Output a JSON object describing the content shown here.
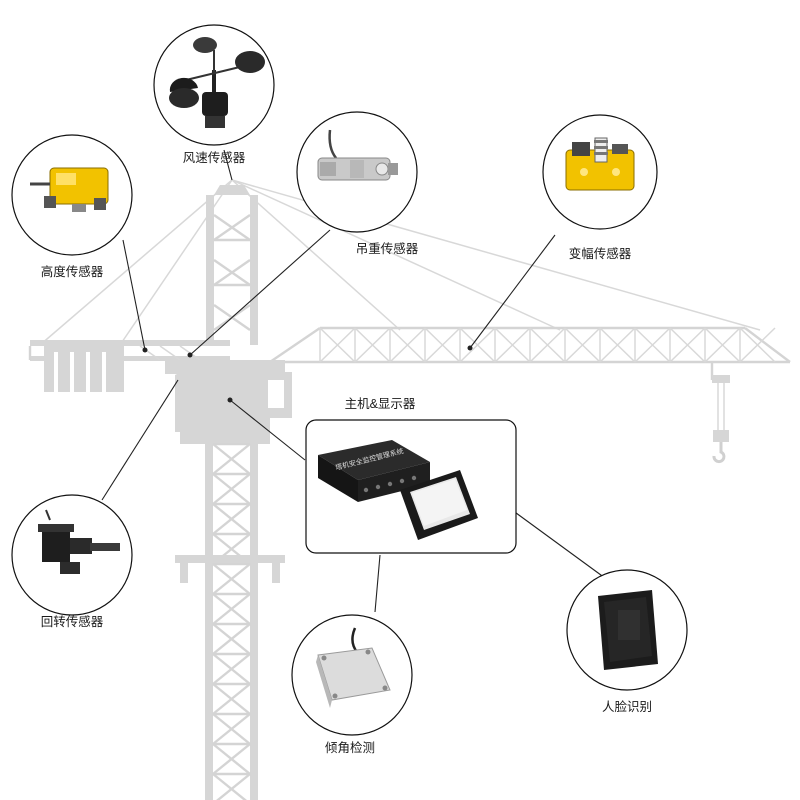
{
  "labels": {
    "wind": "风速传感器",
    "height": "高度传感器",
    "lift_weight": "吊重传感器",
    "luffing": "变幅传感器",
    "host_display": "主机&显示器",
    "slewing": "回转传感器",
    "tilt": "倾角检测",
    "face": "人脸识别"
  },
  "device_text": {
    "host_box": "塔机安全监控管理系统"
  },
  "colors": {
    "crane_gray": "#d6d6d6",
    "sensor_yellow": "#f2c200",
    "line_black": "#222222"
  }
}
